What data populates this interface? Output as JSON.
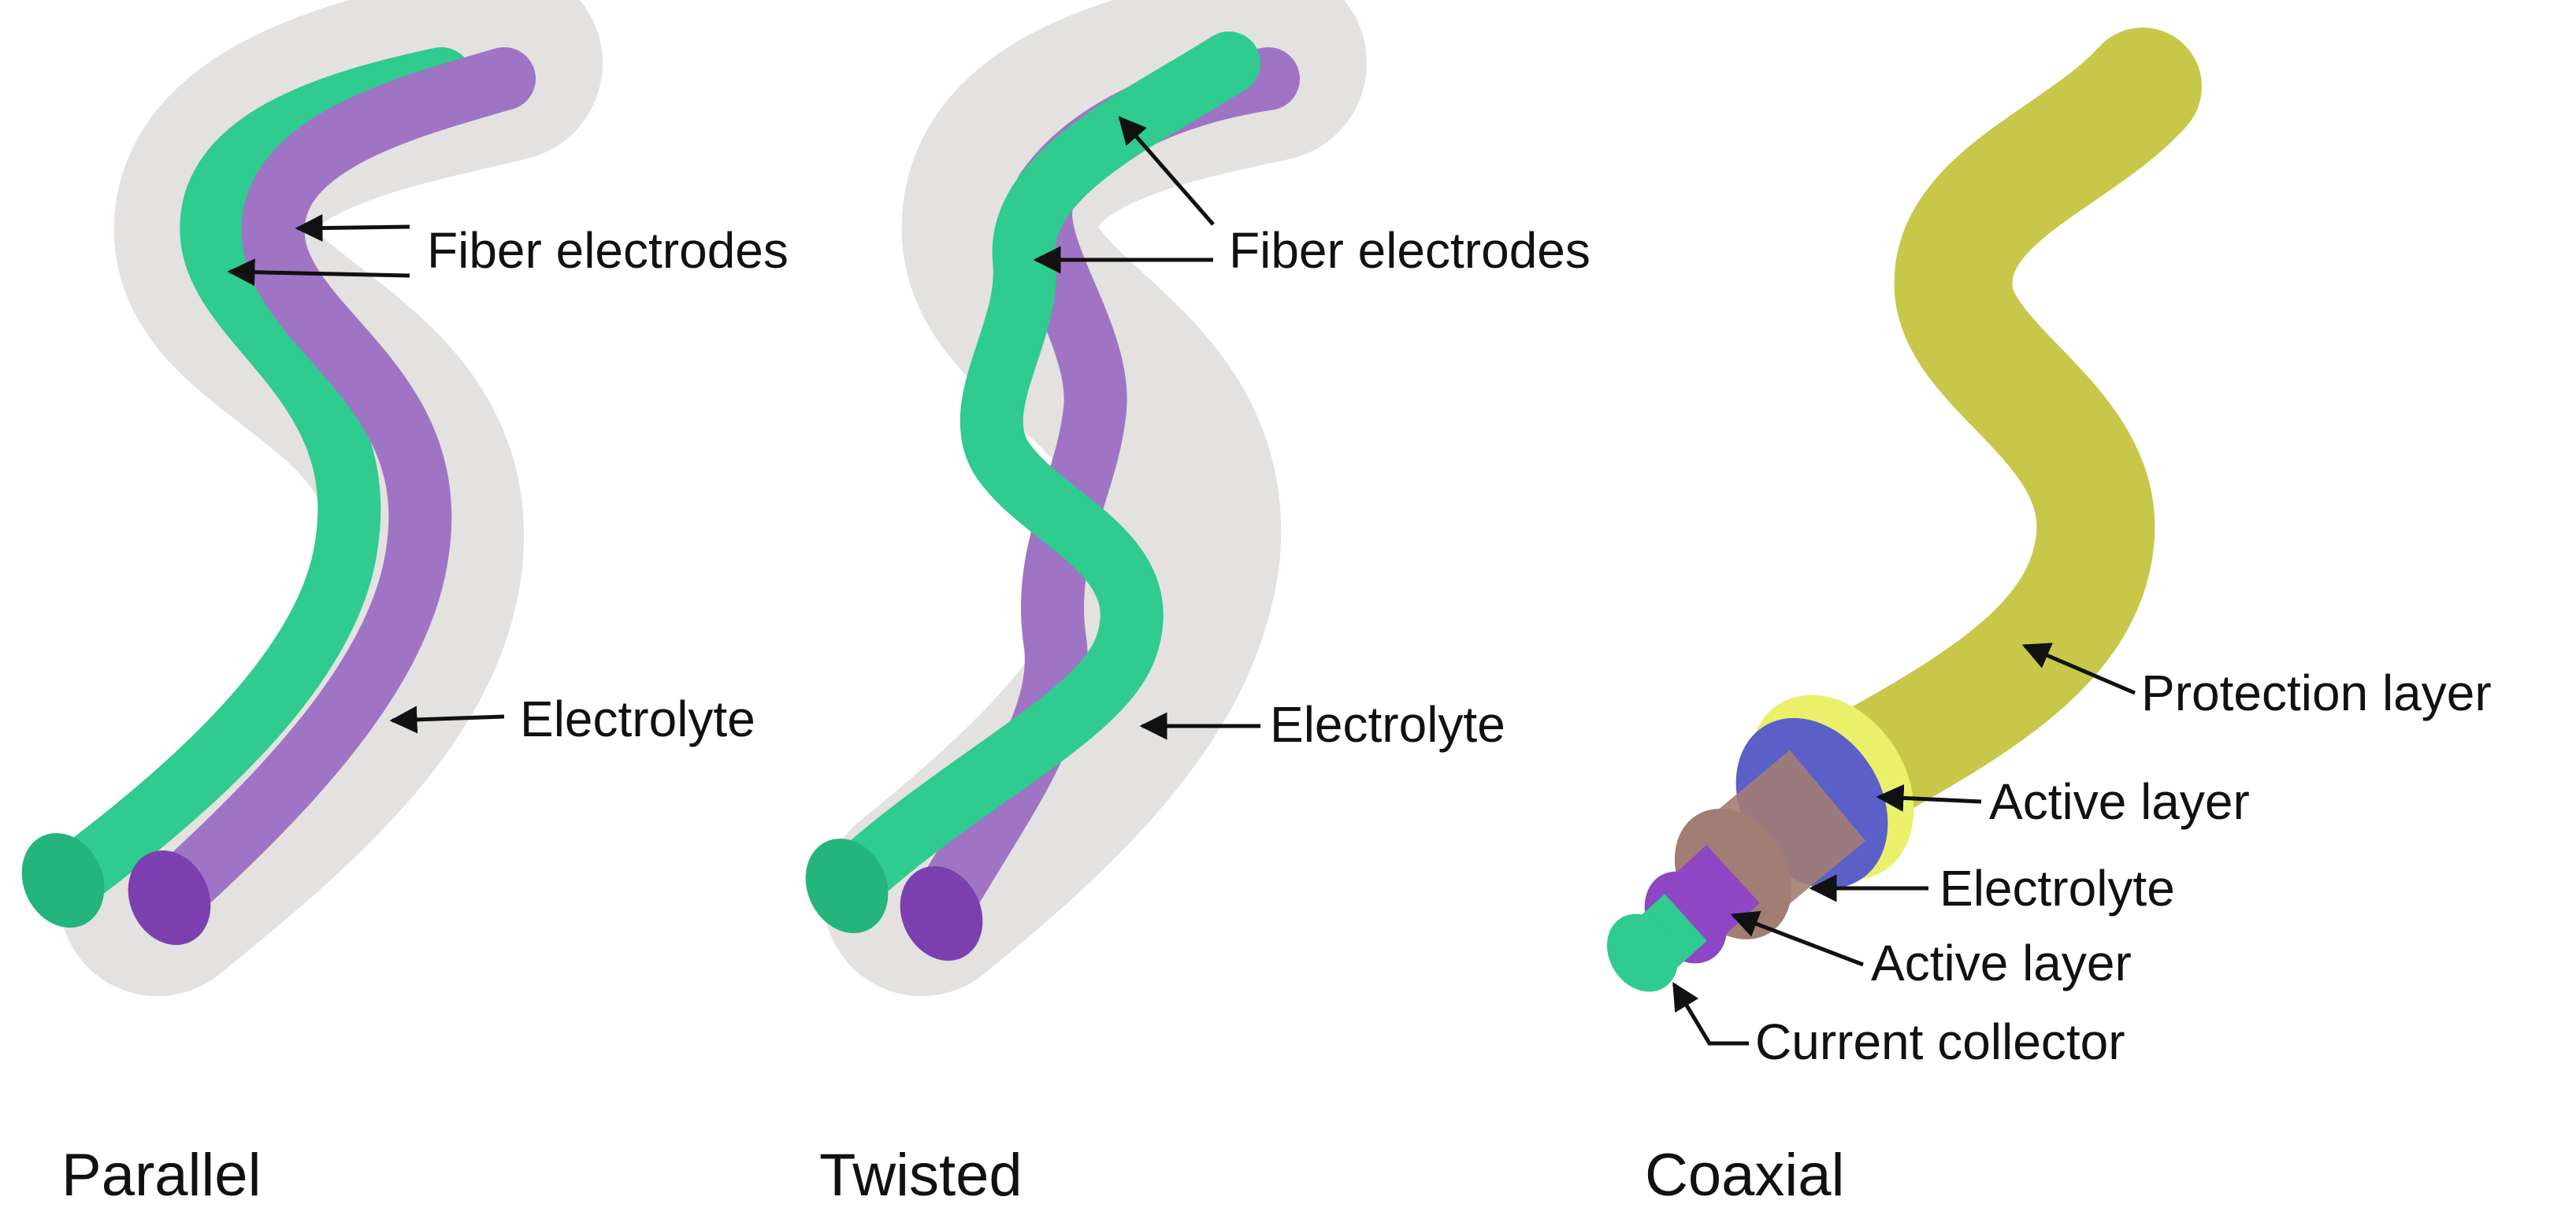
{
  "colors": {
    "electrode_green": "#2fcb8f",
    "electrode_green_end": "#23b57b",
    "electrode_purple": "#a074c4",
    "electrode_purple_end": "#7c3fb0",
    "electrolyte_gray": "#bdb9b6",
    "protection_yellow": "#c7c84a",
    "protection_rim": "#eaf06a",
    "active_blue": "#5a60c8",
    "electrolyte_brown": "#a27d74",
    "active_purple": "#8e46c5",
    "collector_green": "#2fcb8f"
  },
  "panels": [
    {
      "caption": "Parallel",
      "labels": {
        "fiber": "Fiber electrodes",
        "electrolyte": "Electrolyte"
      }
    },
    {
      "caption": "Twisted",
      "labels": {
        "fiber": "Fiber electrodes",
        "electrolyte": "Electrolyte"
      }
    },
    {
      "caption": "Coaxial",
      "labels": {
        "protection": "Protection layer",
        "active_outer": "Active layer",
        "electrolyte": "Electrolyte",
        "active_inner": "Active layer",
        "collector": "Current collector"
      }
    }
  ]
}
